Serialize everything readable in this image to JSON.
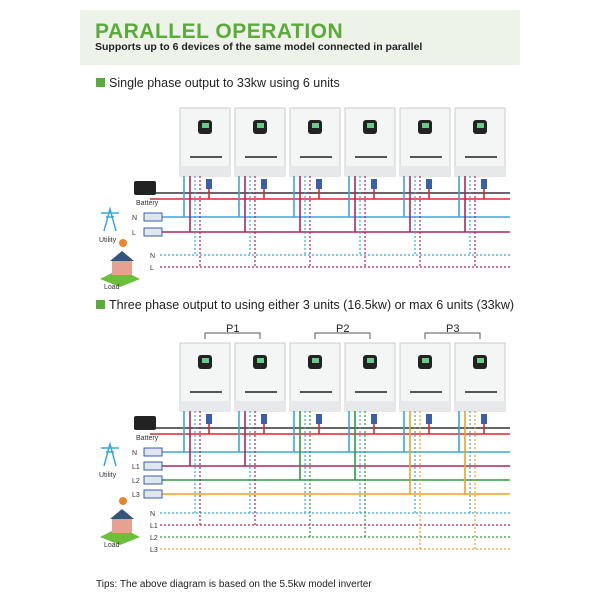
{
  "header": {
    "title": "PARALLEL OPERATION",
    "subtitle": "Supports up to 6 devices of the same model connected in parallel"
  },
  "single_phase": {
    "label": "Single phase output to 33kw using 6 units",
    "units": 6,
    "battery": "Battery",
    "utility": "Utility",
    "load": "Load",
    "grid_lines": [
      "N",
      "L"
    ],
    "load_lines": [
      "N",
      "L"
    ]
  },
  "three_phase": {
    "label": "Three phase output to using either 3 units (16.5kw) or max 6 units (33kw)",
    "groups": [
      "P1",
      "P2",
      "P3"
    ],
    "battery": "Battery",
    "utility": "Utility",
    "load": "Load",
    "grid_lines": [
      "N",
      "L1",
      "L2",
      "L3"
    ],
    "load_lines": [
      "N",
      "L1",
      "L2",
      "L3"
    ]
  },
  "tips": "Tips: The above diagram is based on the 5.5kw model inverter",
  "colors": {
    "accent": "#5aab3a",
    "N": "#3aa7dc",
    "L": "#b0245e",
    "L2": "#2e9a3c",
    "L3": "#f0a020",
    "battery_pos": "#d8282e",
    "battery_neg": "#333333"
  }
}
